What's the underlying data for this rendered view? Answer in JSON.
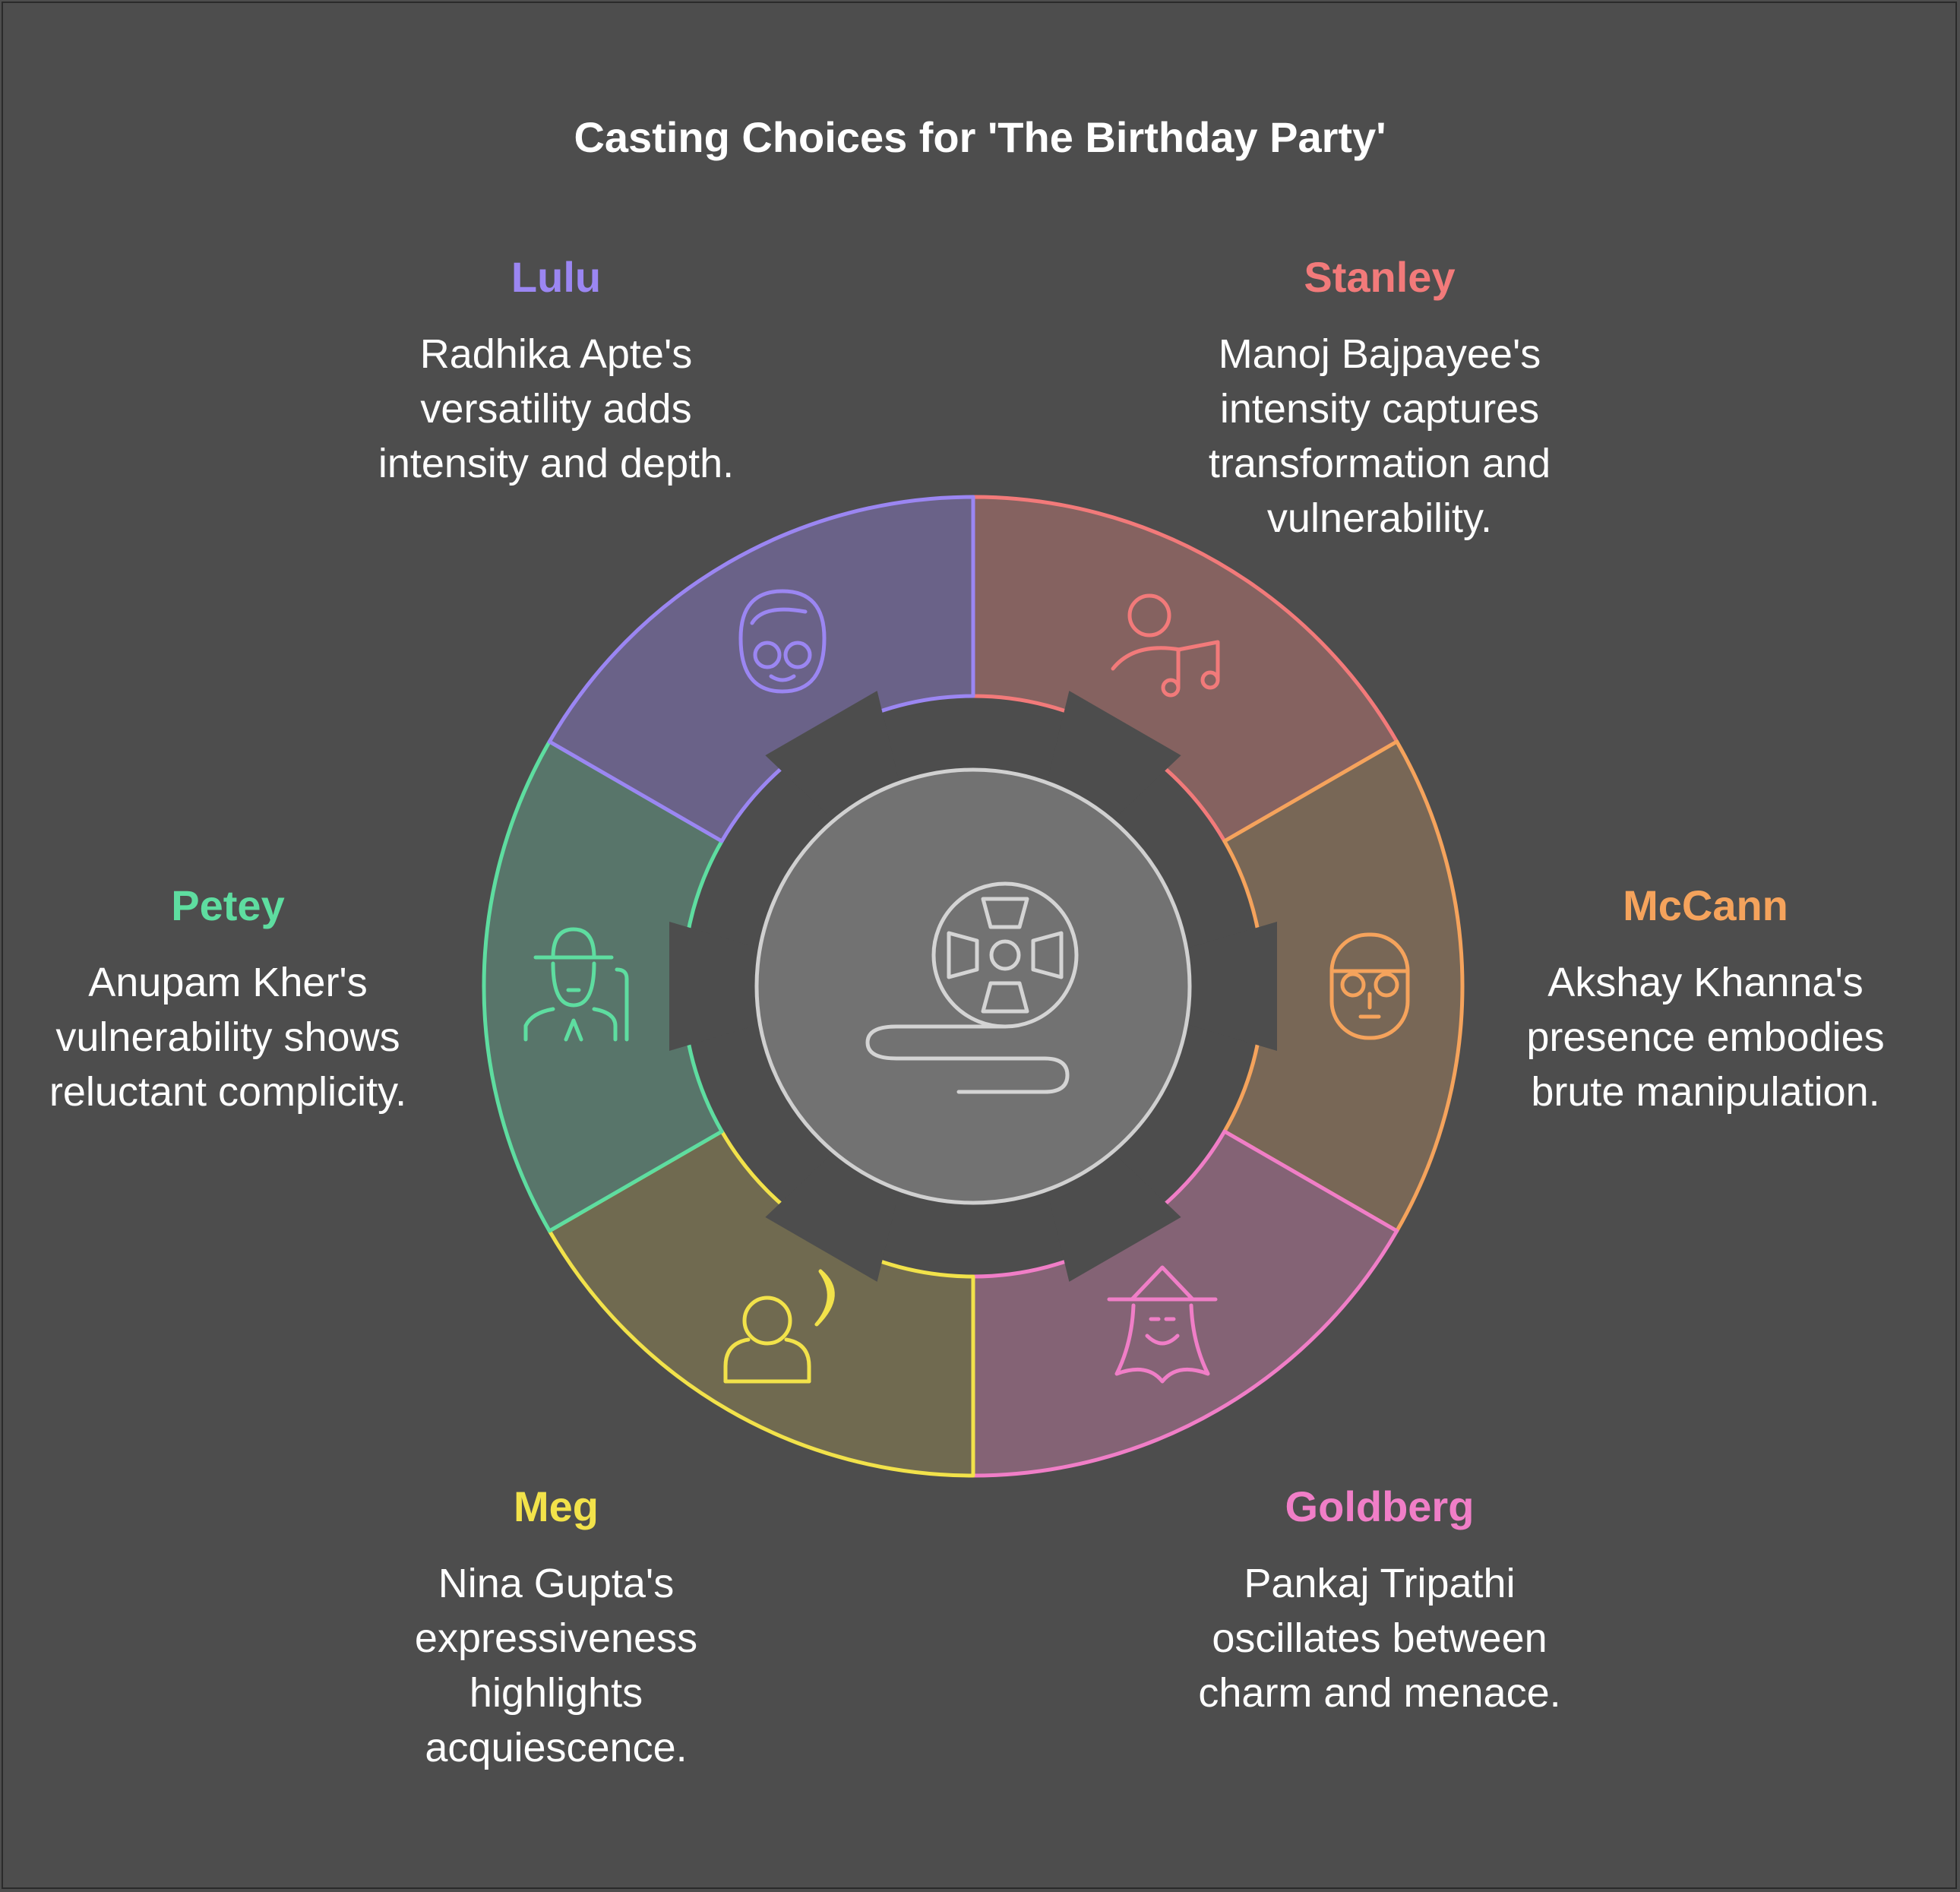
{
  "title": "Casting Choices for 'The Birthday Party'",
  "center": {
    "icon": "film-reel-icon"
  },
  "segments": [
    {
      "key": "stanley",
      "name": "Stanley",
      "color": "#f27a7a",
      "fill": "#856260",
      "icon": "person-music-icon",
      "description": "Manoj Bajpayee's intensity captures transformation and vulnerability."
    },
    {
      "key": "mccann",
      "name": "McCann",
      "color": "#f5a35c",
      "fill": "#786756",
      "icon": "masked-face-icon",
      "description": "Akshay Khanna's presence embodies brute manipulation."
    },
    {
      "key": "goldberg",
      "name": "Goldberg",
      "color": "#f07ec7",
      "fill": "#846375",
      "icon": "bearded-wizard-icon",
      "description": "Pankaj Tripathi oscillates between charm and menace."
    },
    {
      "key": "meg",
      "name": "Meg",
      "color": "#f2e24a",
      "fill": "#706a50",
      "icon": "woman-moon-icon",
      "description": "Nina Gupta's expressiveness highlights acquiescence."
    },
    {
      "key": "petey",
      "name": "Petey",
      "color": "#5edda0",
      "fill": "#58756a",
      "icon": "old-man-hat-icon",
      "description": "Anupam Kher's vulnerability shows reluctant complicity."
    },
    {
      "key": "lulu",
      "name": "Lulu",
      "color": "#9b86f2",
      "fill": "#6a6288",
      "icon": "woman-face-mask-icon",
      "description": "Radhika Apte's versatility adds intensity and depth."
    }
  ]
}
